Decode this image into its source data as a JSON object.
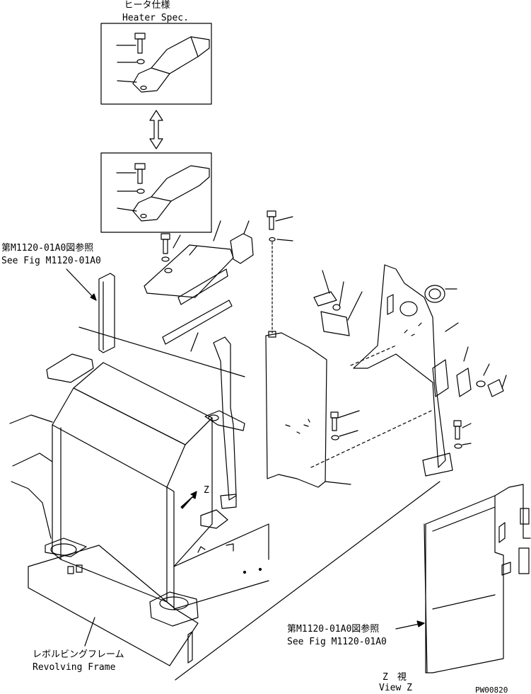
{
  "labels": {
    "heater_spec_jp": "ヒータ仕様",
    "heater_spec_en": "Heater Spec.",
    "ref_top_jp": "第M1120-01A0図参照",
    "ref_top_en": "See Fig M1120-01A0",
    "ref_bottom_jp": "第M1120-01A0図参照",
    "ref_bottom_en": "See Fig M1120-01A0",
    "revolving_frame_jp": "レボルビングフレーム",
    "revolving_frame_en": "Revolving Frame",
    "view_z_jp": "Z　視",
    "view_z_en": "View Z",
    "z_marker": "Z",
    "drawing_code": "PW00820"
  },
  "colors": {
    "line": "#000000",
    "background": "#ffffff"
  }
}
